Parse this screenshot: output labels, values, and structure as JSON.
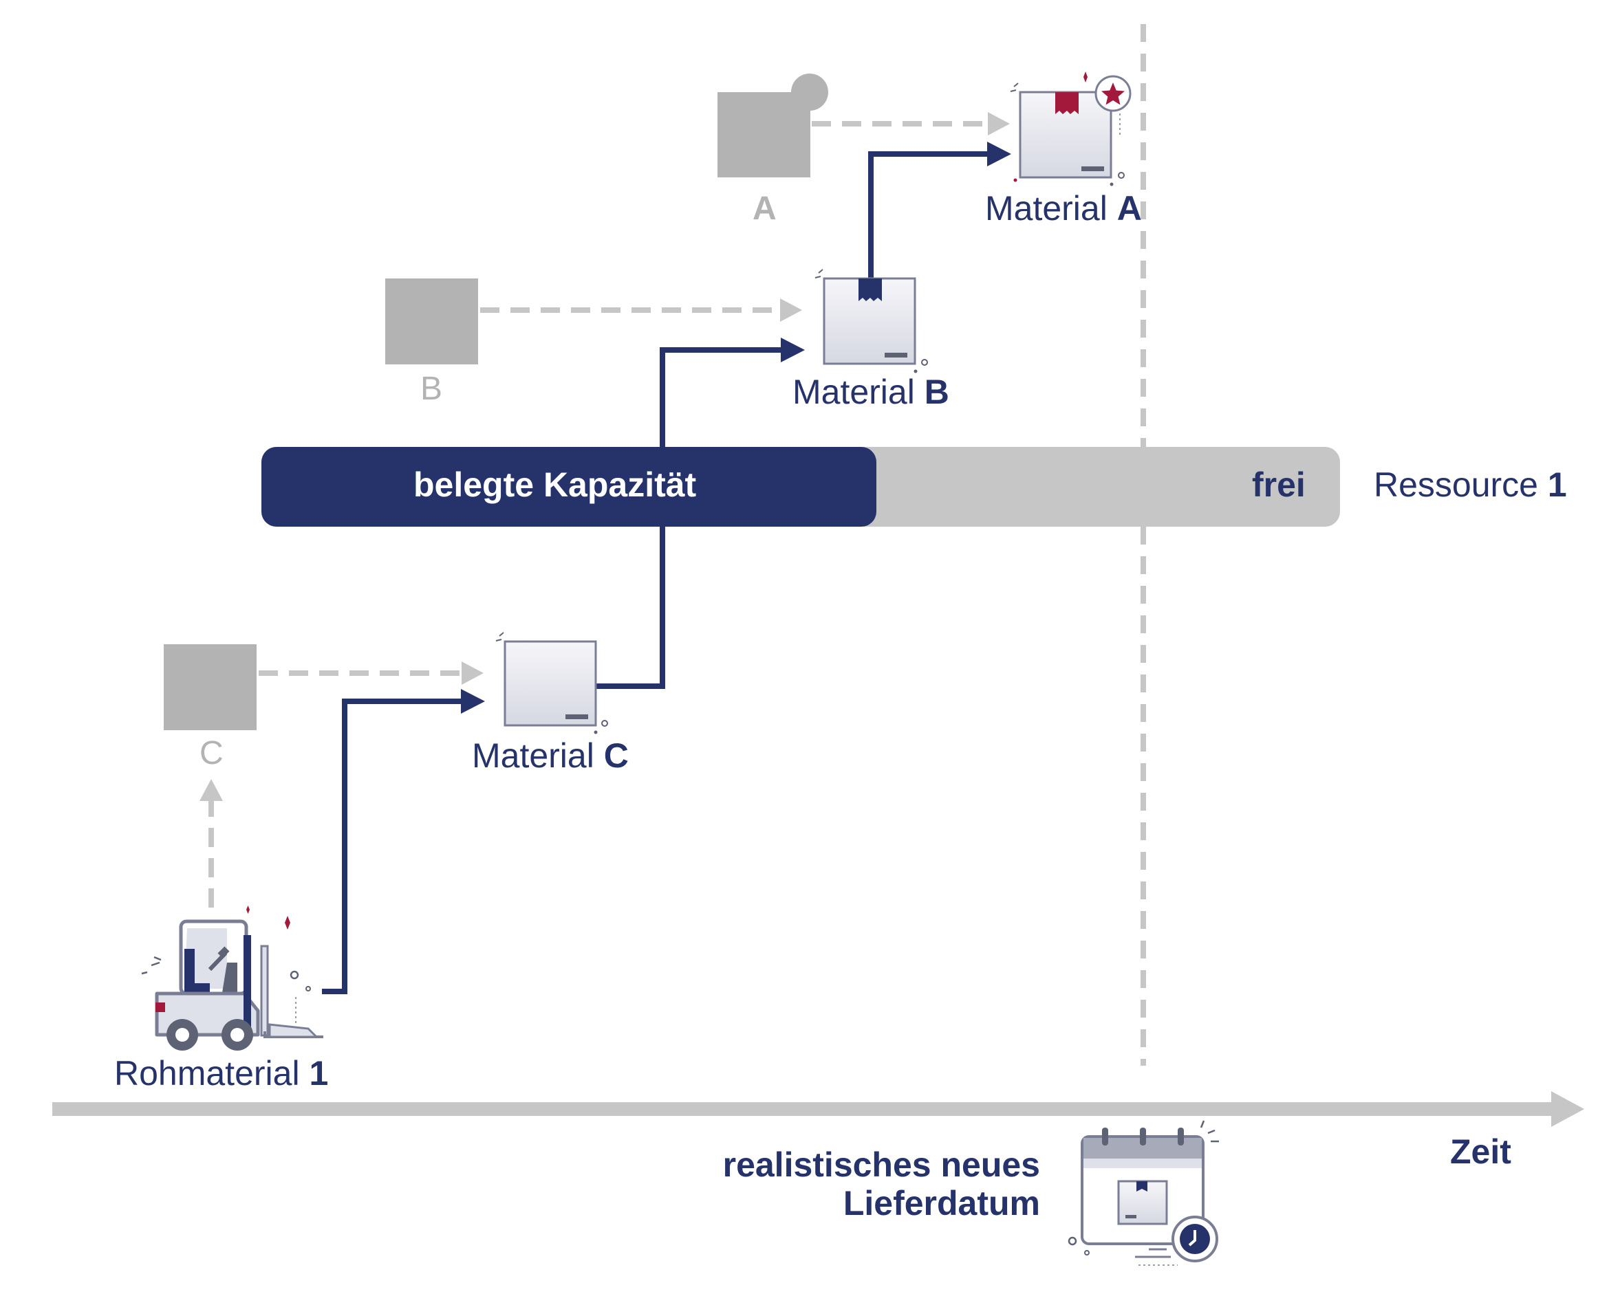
{
  "ghosts": {
    "a": "A",
    "b": "B",
    "c": "C"
  },
  "materials": {
    "a": {
      "name": "Material",
      "id": "A"
    },
    "b": {
      "name": "Material",
      "id": "B"
    },
    "c": {
      "name": "Material",
      "id": "C"
    }
  },
  "raw": {
    "name": "Rohmaterial",
    "id": "1"
  },
  "capacity": {
    "used_label": "belegte Kapazität",
    "free_label": "frei",
    "used_share": 0.57
  },
  "resource": {
    "name": "Ressource",
    "id": "1"
  },
  "axis": {
    "label": "Zeit"
  },
  "delivery": {
    "line1": "realistisches neues",
    "line2": "Lieferdatum"
  },
  "colors": {
    "navy": "#26336b",
    "grey": "#c6c6c6",
    "light_grey": "#b3b3b3",
    "accent": "#a3193c"
  },
  "icons": [
    "forklift-icon",
    "box-icon",
    "box-star-icon",
    "calendar-clock-icon"
  ]
}
